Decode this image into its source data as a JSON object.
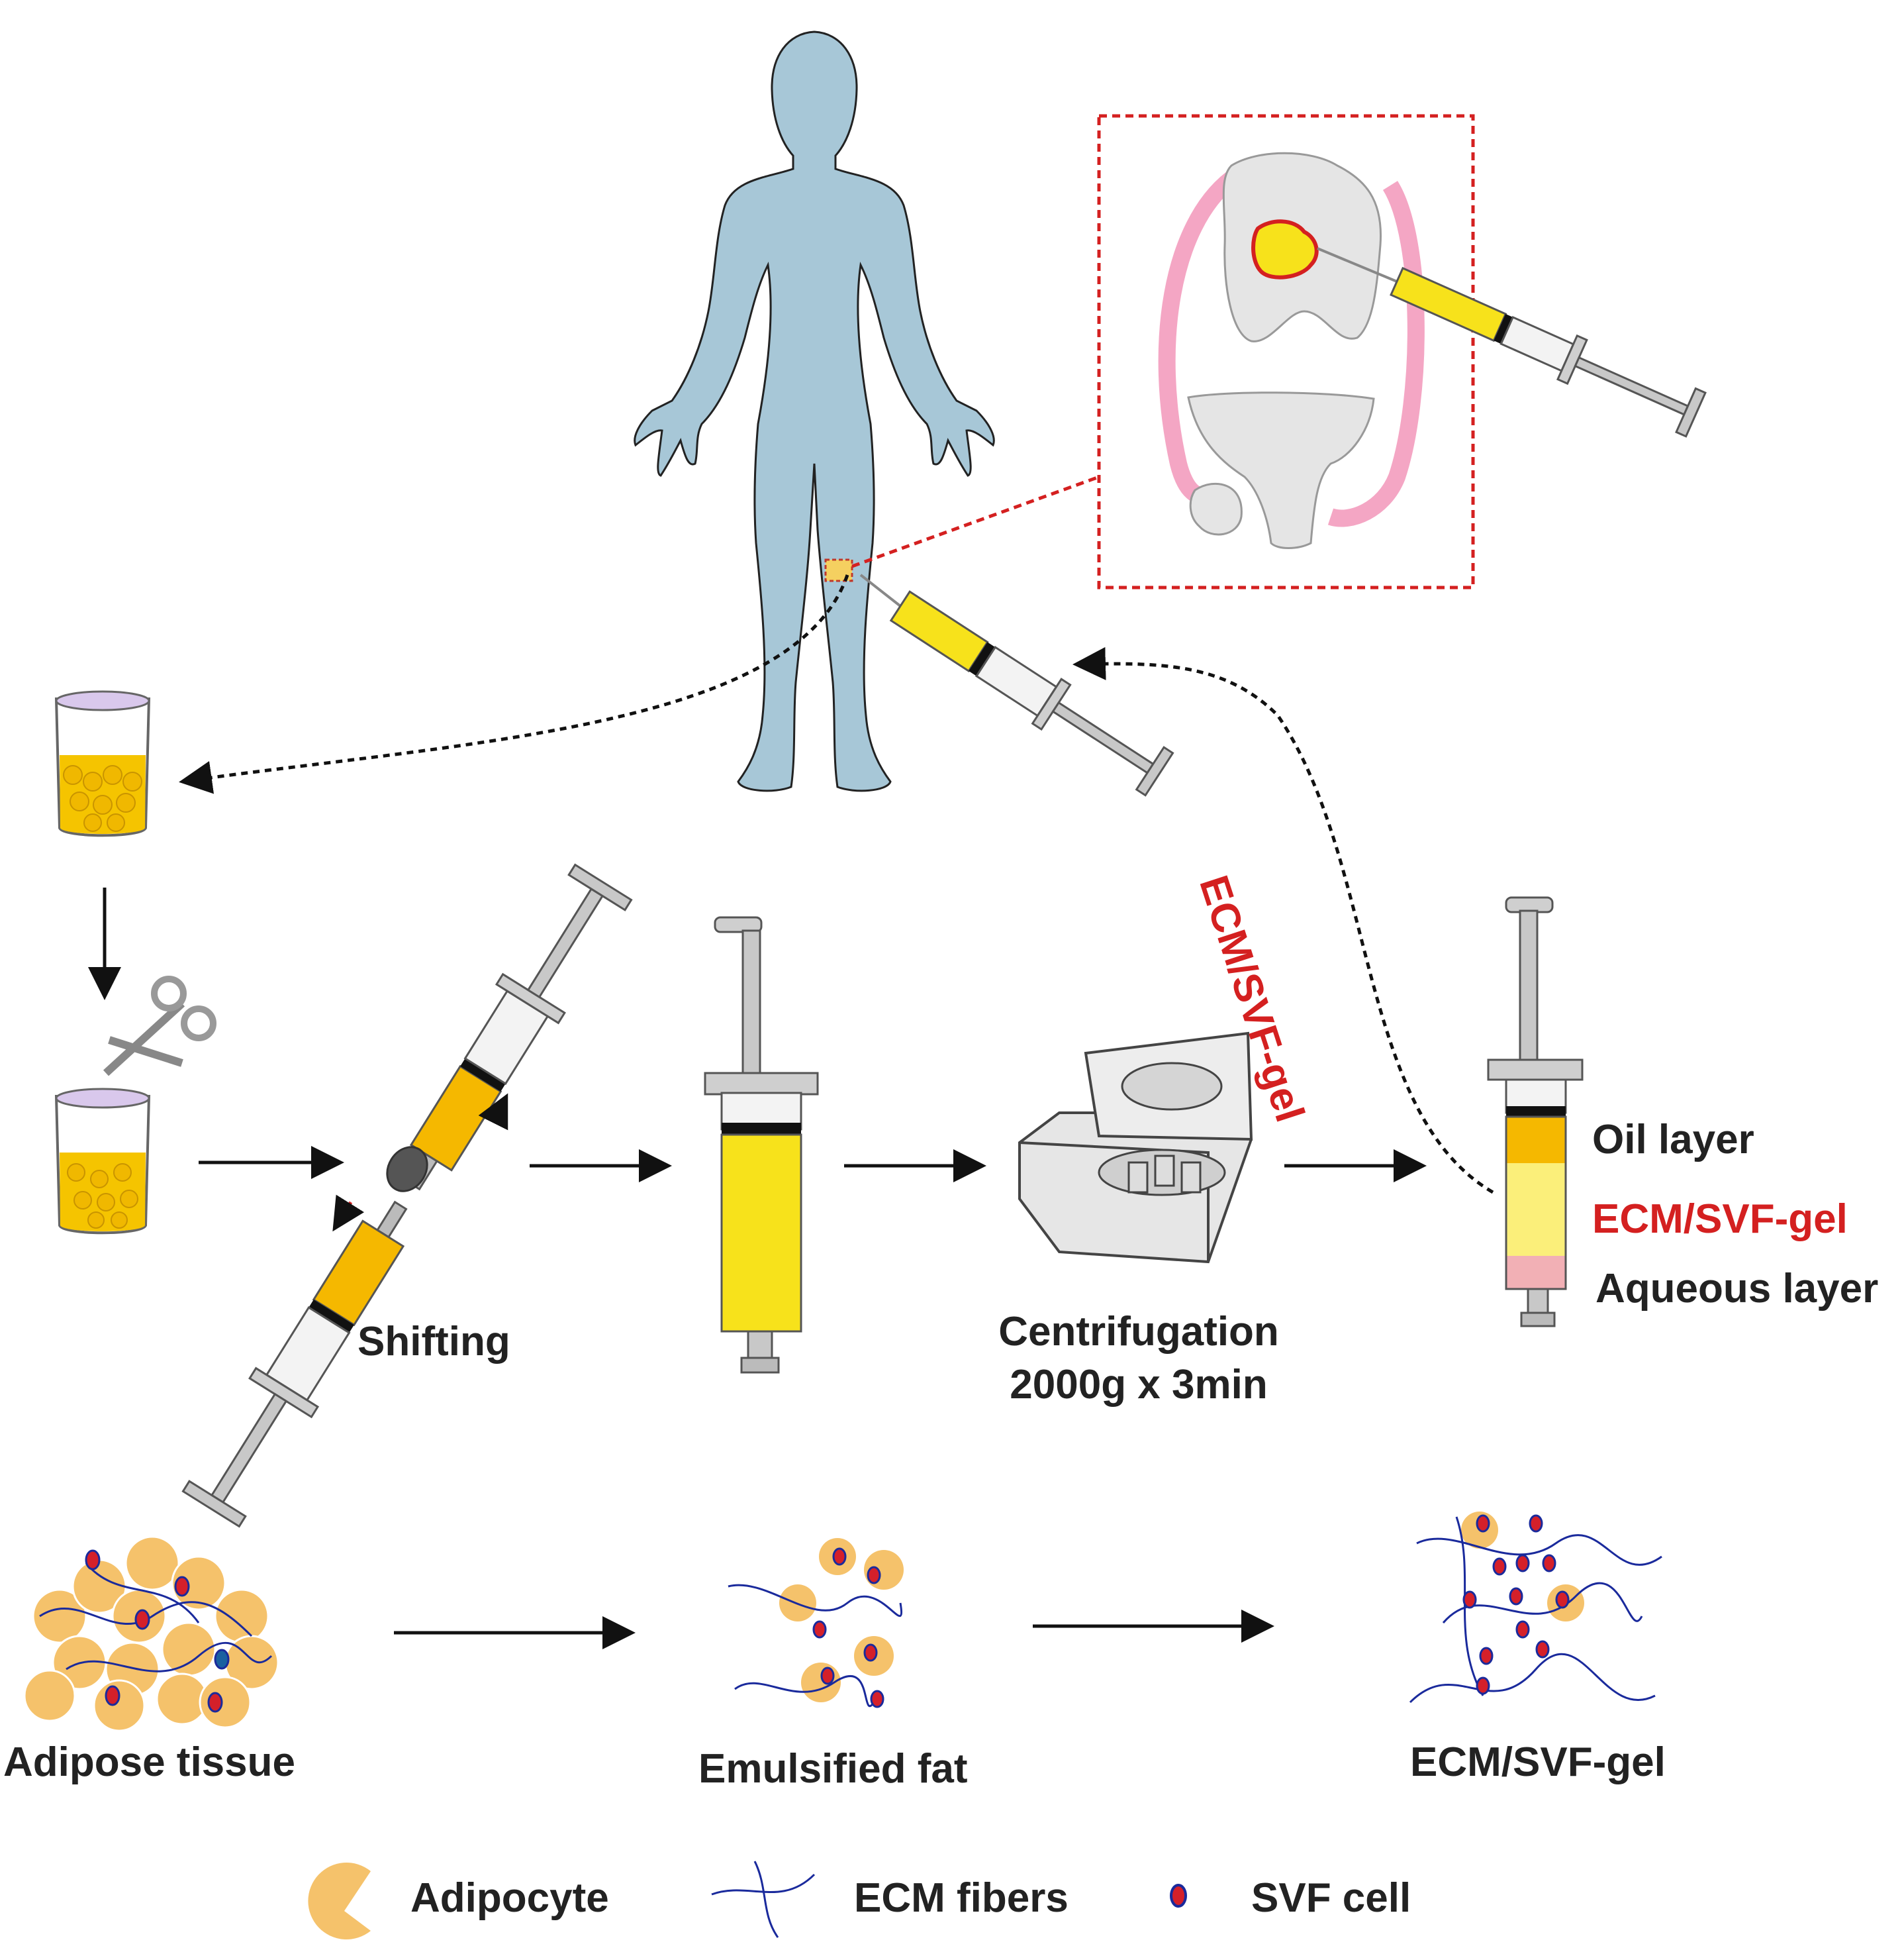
{
  "labels": {
    "shifting": "Shifting",
    "centrifugation": "Centrifugation",
    "centrifugation_params": "2000g x 3min",
    "oil_layer": "Oil layer",
    "gel_layer": "ECM/SVF-gel",
    "aqueous_layer": "Aqueous layer",
    "injection_arrow": "ECM/SVF-gel",
    "adipose_tissue": "Adipose tissue",
    "emulsified_fat": "Emulsified fat",
    "ecm_svf_gel": "ECM/SVF-gel"
  },
  "legend": {
    "adipocyte": "Adipocyte",
    "ecm_fibers": "ECM fibers",
    "svf_cell": "SVF cell"
  },
  "colors": {
    "body": "#a7c7d7",
    "fat": "#f5c26b",
    "yellow_gel": "#f7e21b",
    "oil": "#f5b800",
    "accent_red": "#d42020",
    "fiber_blue": "#1a2a9c",
    "svf_red": "#d4202a",
    "aqueous_pink": "#f2b0b5"
  }
}
